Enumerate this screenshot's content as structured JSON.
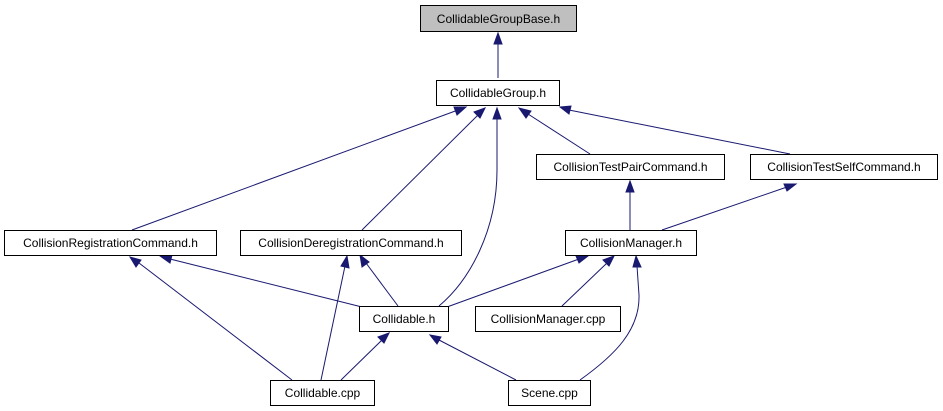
{
  "graph": {
    "edge_color": "#191970",
    "root_fill": "#bfbfbf",
    "nodes": {
      "collidable_group_base_h": "CollidableGroupBase.h",
      "collidable_group_h": "CollidableGroup.h",
      "collision_test_pair_command_h": "CollisionTestPairCommand.h",
      "collision_test_self_command_h": "CollisionTestSelfCommand.h",
      "collision_registration_command_h": "CollisionRegistrationCommand.h",
      "collision_deregistration_command_h": "CollisionDeregistrationCommand.h",
      "collision_manager_h": "CollisionManager.h",
      "collidable_h": "Collidable.h",
      "collision_manager_cpp": "CollisionManager.cpp",
      "collidable_cpp": "Collidable.cpp",
      "scene_cpp": "Scene.cpp"
    },
    "edges": [
      {
        "from": "collidable_group_h",
        "to": "collidable_group_base_h"
      },
      {
        "from": "collision_registration_command_h",
        "to": "collidable_group_h"
      },
      {
        "from": "collision_deregistration_command_h",
        "to": "collidable_group_h"
      },
      {
        "from": "collidable_h",
        "to": "collidable_group_h"
      },
      {
        "from": "collision_test_pair_command_h",
        "to": "collidable_group_h"
      },
      {
        "from": "collision_test_self_command_h",
        "to": "collidable_group_h"
      },
      {
        "from": "collision_manager_h",
        "to": "collision_test_pair_command_h"
      },
      {
        "from": "collision_manager_h",
        "to": "collision_test_self_command_h"
      },
      {
        "from": "collidable_h",
        "to": "collision_registration_command_h"
      },
      {
        "from": "collidable_cpp",
        "to": "collision_registration_command_h"
      },
      {
        "from": "collidable_h",
        "to": "collision_deregistration_command_h"
      },
      {
        "from": "collidable_cpp",
        "to": "collision_deregistration_command_h"
      },
      {
        "from": "collidable_h",
        "to": "collision_manager_h"
      },
      {
        "from": "collision_manager_cpp",
        "to": "collision_manager_h"
      },
      {
        "from": "scene_cpp",
        "to": "collision_manager_h"
      },
      {
        "from": "collidable_cpp",
        "to": "collidable_h"
      },
      {
        "from": "scene_cpp",
        "to": "collidable_h"
      }
    ]
  }
}
